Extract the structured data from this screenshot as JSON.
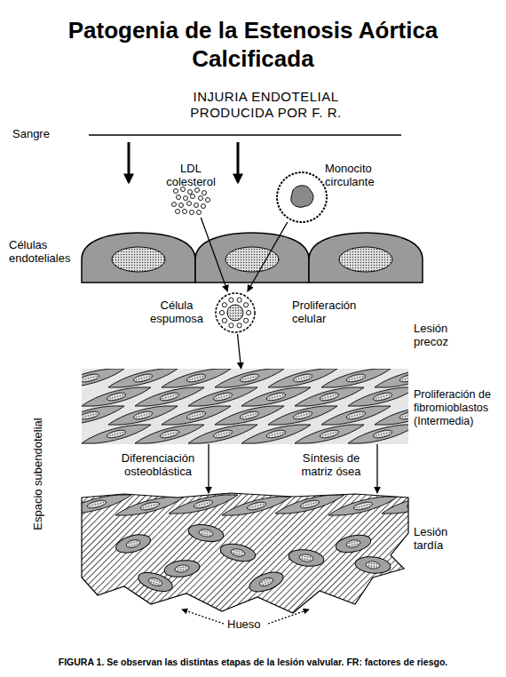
{
  "diagram": {
    "title": "Patogenia de la Estenosis Aórtica Calcificada",
    "caption": "FIGURA 1. Se observan las distintas etapas de la lesión valvular. FR: factores de riesgo.",
    "nodes": [
      {
        "text": [
          "LDL colesterol"
        ]
      },
      {
        "text": [
          "Monocito circulante"
        ]
      },
      {
        "text": [
          "Células endoteliales"
        ]
      },
      {
        "text": [
          "Célula espumosa",
          "Proliferación celular"
        ]
      },
      {
        "text": [
          "Proliferación de fibromioblastos (Intermedia)"
        ]
      },
      {
        "text": [
          "Lesión tardía"
        ]
      }
    ],
    "edges": [
      {
        "from": 0,
        "to": 3,
        "arrow": "to"
      },
      {
        "from": 1,
        "to": 3,
        "arrow": "to"
      },
      {
        "from": 3,
        "to": 4,
        "arrow": "to"
      },
      {
        "from": 4,
        "to": 5,
        "arrow": "to",
        "label": "Diferenciación osteoblástica"
      },
      {
        "from": 4,
        "to": 5,
        "arrow": "to",
        "label": "Síntesis de matriz ósea"
      }
    ],
    "labels": [
      "INJURIA ENDOTELIAL PRODUCIDA POR F. R.",
      "Sangre",
      "Lesión precoz",
      "Hueso",
      "Espacio subendotelial"
    ]
  }
}
